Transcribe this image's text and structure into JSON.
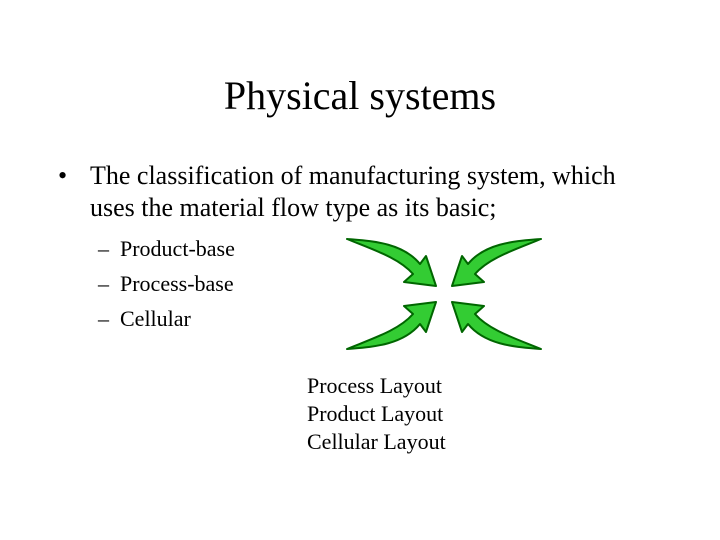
{
  "slide": {
    "title": "Physical systems",
    "bullet": {
      "symbol": "•",
      "text": "The classification of manufacturing system, which uses the material flow type as its basic;"
    },
    "sub_items": [
      {
        "dash": "–",
        "label": "Product-base"
      },
      {
        "dash": "–",
        "label": "Process-base"
      },
      {
        "dash": "–",
        "label": "Cellular"
      }
    ],
    "layout_labels": [
      "Process Layout",
      "Product Layout",
      "Cellular Layout"
    ],
    "graphic": {
      "icon": "converging-arrows-icon",
      "fill_color": "#33cc33",
      "outline_color": "#006600"
    }
  }
}
